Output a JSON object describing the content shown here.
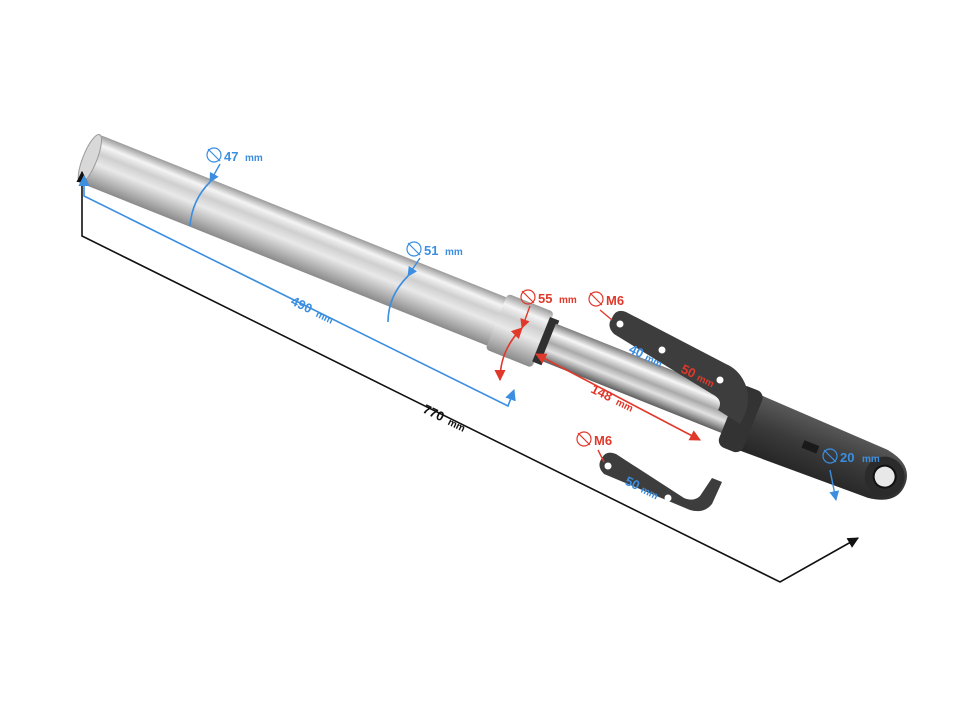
{
  "diagram": {
    "subject": "front fork leg",
    "colors": {
      "blue_dim": "#3b8ee0",
      "red_dim": "#e0392b",
      "black_dim": "#111111",
      "chrome_light": "#e6e6e6",
      "chrome_dark": "#8f8f8f",
      "casting": "#3c3c3c",
      "background": "#ffffff"
    },
    "dimensions": {
      "tube_top_diameter": {
        "symbol": "⌀",
        "value": "47",
        "unit": "mm",
        "color": "blue"
      },
      "tube_mid_diameter": {
        "symbol": "⌀",
        "value": "51",
        "unit": "mm",
        "color": "blue"
      },
      "seal_diameter": {
        "symbol": "⌀",
        "value": "55",
        "unit": "mm",
        "color": "red"
      },
      "upper_tube_length": {
        "value": "490",
        "unit": "mm",
        "color": "blue"
      },
      "total_length": {
        "value": "770",
        "unit": "mm",
        "color": "black"
      },
      "slider_length": {
        "value": "148",
        "unit": "mm",
        "color": "red"
      },
      "upper_bracket_thread": {
        "symbol": "⌀",
        "value": "M6",
        "color": "red"
      },
      "upper_bracket_spacing_a": {
        "value": "40",
        "unit": "mm",
        "color": "blue"
      },
      "upper_bracket_spacing_b": {
        "value": "50",
        "unit": "mm",
        "color": "red"
      },
      "lower_bracket_thread": {
        "symbol": "⌀",
        "value": "M6",
        "color": "red"
      },
      "lower_bracket_spacing": {
        "value": "50",
        "unit": "mm",
        "color": "blue"
      },
      "axle_diameter": {
        "symbol": "⌀",
        "value": "20",
        "unit": "mm",
        "color": "blue"
      }
    }
  }
}
